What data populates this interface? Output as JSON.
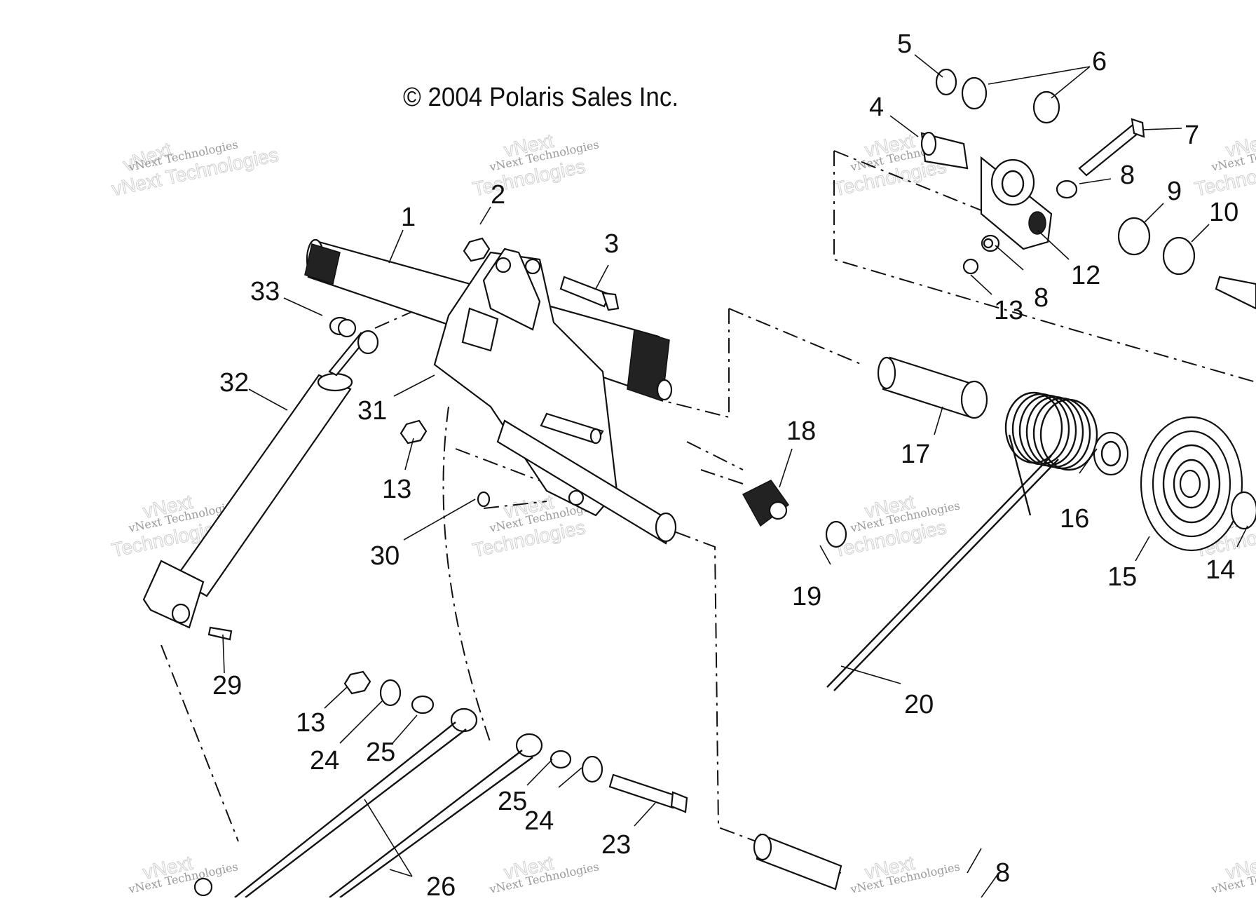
{
  "diagram": {
    "copyright": "© 2004 Polaris Sales Inc.",
    "watermark": {
      "line1": "vNext Technologies",
      "line2": "vNext Technologies"
    },
    "callouts": [
      "1",
      "2",
      "3",
      "4",
      "5",
      "6",
      "7",
      "8",
      "9",
      "10",
      "12",
      "13",
      "14",
      "15",
      "16",
      "17",
      "18",
      "19",
      "20",
      "23",
      "24",
      "25",
      "26",
      "29",
      "30",
      "31",
      "32",
      "33"
    ]
  }
}
